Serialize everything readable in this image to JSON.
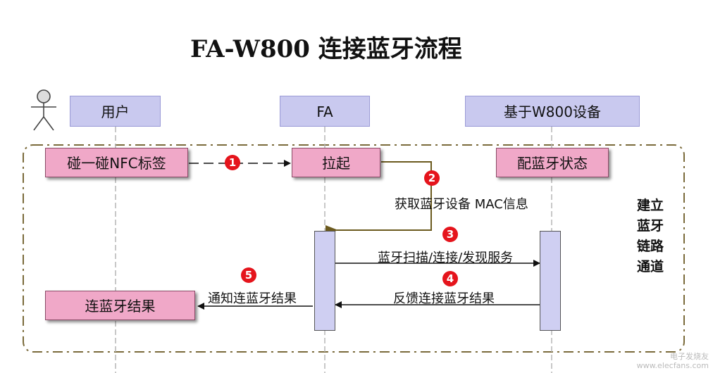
{
  "title": "FA-W800 连接蓝牙流程",
  "lanes": {
    "user": "用户",
    "fa": "FA",
    "device": "基于W800设备"
  },
  "boxes": {
    "nfc_tap": "碰一碰NFC标签",
    "launch": "拉起",
    "config_bt": "配蓝牙状态",
    "result": "连蓝牙结果"
  },
  "messages": {
    "get_mac": "获取蓝牙设备 MAC信息",
    "scan_connect": "蓝牙扫描/连接/发现服务",
    "feedback": "反馈连接蓝牙结果",
    "notify": "通知连蓝牙结果"
  },
  "steps": [
    "1",
    "2",
    "3",
    "4",
    "5"
  ],
  "side_note": [
    "建立",
    "蓝牙",
    "链路",
    "通道"
  ],
  "watermark": [
    "电子发烧友",
    "www.elecfans.com"
  ],
  "colors": {
    "lane_header": "#c9c9ef",
    "box": "#f0a8c8",
    "badge": "#e5141c",
    "frame": "#7a6a3a"
  }
}
